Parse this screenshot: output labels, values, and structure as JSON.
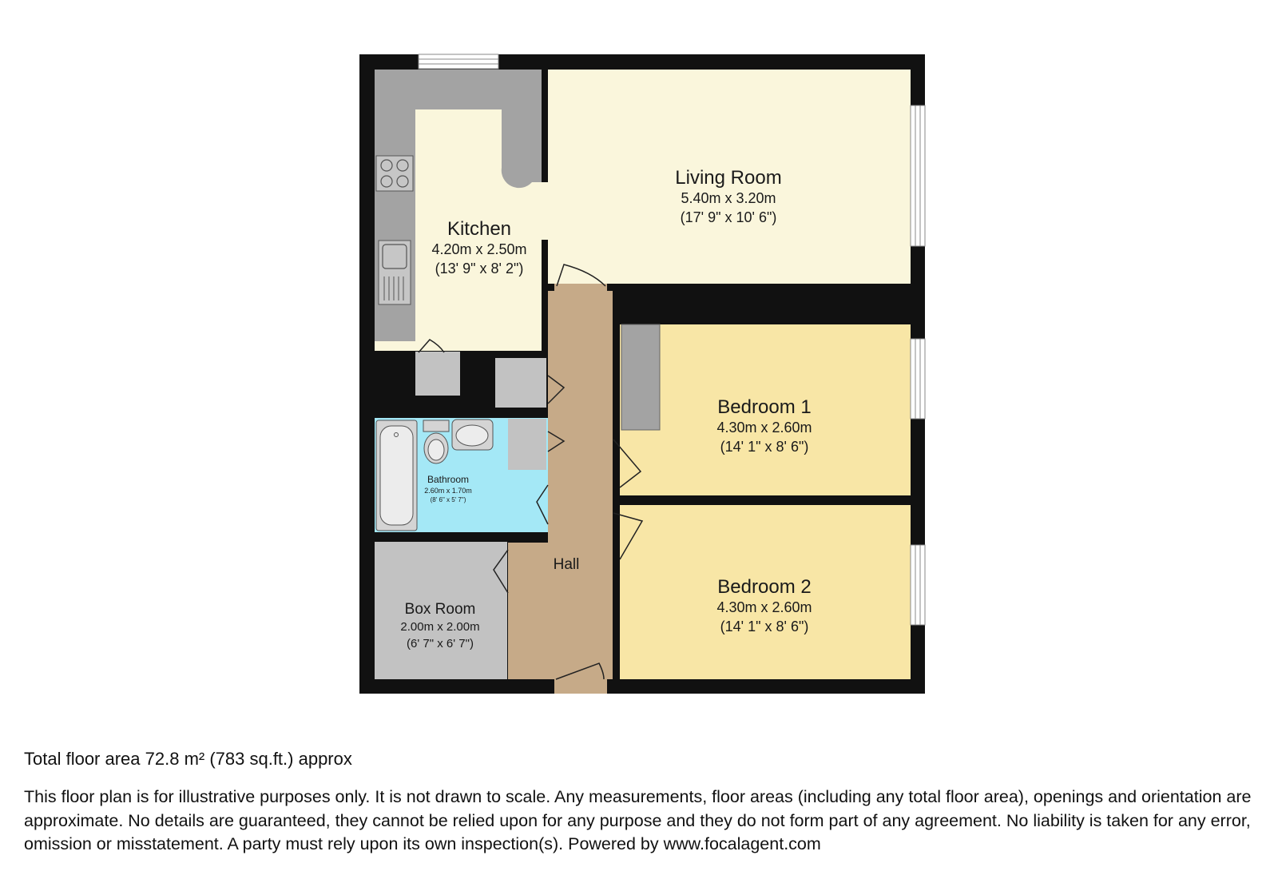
{
  "rooms": {
    "living": {
      "name": "Living Room",
      "metric": "5.40m x 3.20m",
      "imperial": "(17' 9\" x 10' 6\")"
    },
    "kitchen": {
      "name": "Kitchen",
      "metric": "4.20m x 2.50m",
      "imperial": "(13' 9\" x 8' 2\")"
    },
    "bed1": {
      "name": "Bedroom 1",
      "metric": "4.30m x 2.60m",
      "imperial": "(14' 1\" x 8' 6\")"
    },
    "bed2": {
      "name": "Bedroom 2",
      "metric": "4.30m x 2.60m",
      "imperial": "(14' 1\" x 8' 6\")"
    },
    "bath": {
      "name": "Bathroom",
      "metric": "2.60m x 1.70m",
      "imperial": "(8' 6\" x 5' 7\")"
    },
    "box": {
      "name": "Box Room",
      "metric": "2.00m x 2.00m",
      "imperial": "(6' 7\" x 6' 7\")"
    },
    "hall": {
      "name": "Hall"
    }
  },
  "colors": {
    "wall": "#111111",
    "living": "#faf6dc",
    "kitchen": "#faf6dc",
    "bedroom": "#f8e6a6",
    "hall": "#c6aa88",
    "bathroom": "#a4e8f6",
    "boxroom": "#c2c2c2",
    "fixture": "#a3a3a3"
  },
  "footer": {
    "total_area": "Total floor area 72.8 m² (783 sq.ft.) approx",
    "disclaimer": "This floor plan is for illustrative purposes only. It is not drawn to scale. Any measurements, floor areas (including any total floor area), openings and orientation are approximate. No details are guaranteed, they cannot be relied upon for any purpose and they do not form part of any agreement. No liability is taken for any error, omission or misstatement. A party must rely upon its own inspection(s). Powered by www.focalagent.com"
  }
}
